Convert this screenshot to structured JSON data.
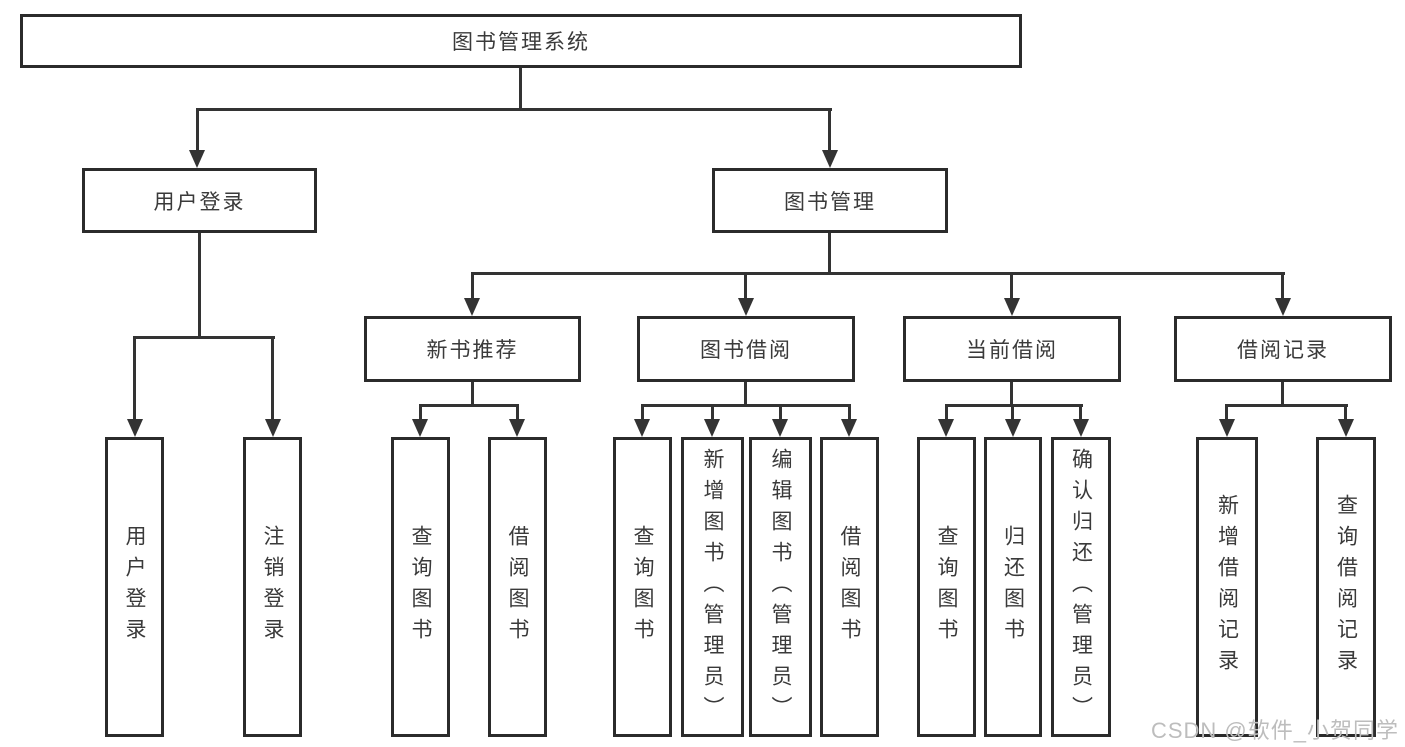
{
  "colors": {
    "background": "#ffffff",
    "line": "#333333",
    "box_border": "#2b2b2b",
    "text": "#3a3a3a",
    "watermark": "#bdbdbd"
  },
  "watermark": {
    "text": "CSDN @软件_小贺同学"
  },
  "tree": {
    "root": {
      "label": "图书管理系统",
      "children": [
        {
          "label": "用户登录",
          "children": [
            {
              "label": "用户登录"
            },
            {
              "label": "注销登录"
            }
          ]
        },
        {
          "label": "图书管理",
          "children": [
            {
              "label": "新书推荐",
              "children": [
                {
                  "label": "查询图书"
                },
                {
                  "label": "借阅图书"
                }
              ]
            },
            {
              "label": "图书借阅",
              "children": [
                {
                  "label": "查询图书"
                },
                {
                  "label": "新增图书（管理员）"
                },
                {
                  "label": "编辑图书（管理员）"
                },
                {
                  "label": "借阅图书"
                }
              ]
            },
            {
              "label": "当前借阅",
              "children": [
                {
                  "label": "查询图书"
                },
                {
                  "label": "归还图书"
                },
                {
                  "label": "确认归还（管理员）"
                }
              ]
            },
            {
              "label": "借阅记录",
              "children": [
                {
                  "label": "新增借阅记录"
                },
                {
                  "label": "查询借阅记录"
                }
              ]
            }
          ]
        }
      ]
    }
  }
}
